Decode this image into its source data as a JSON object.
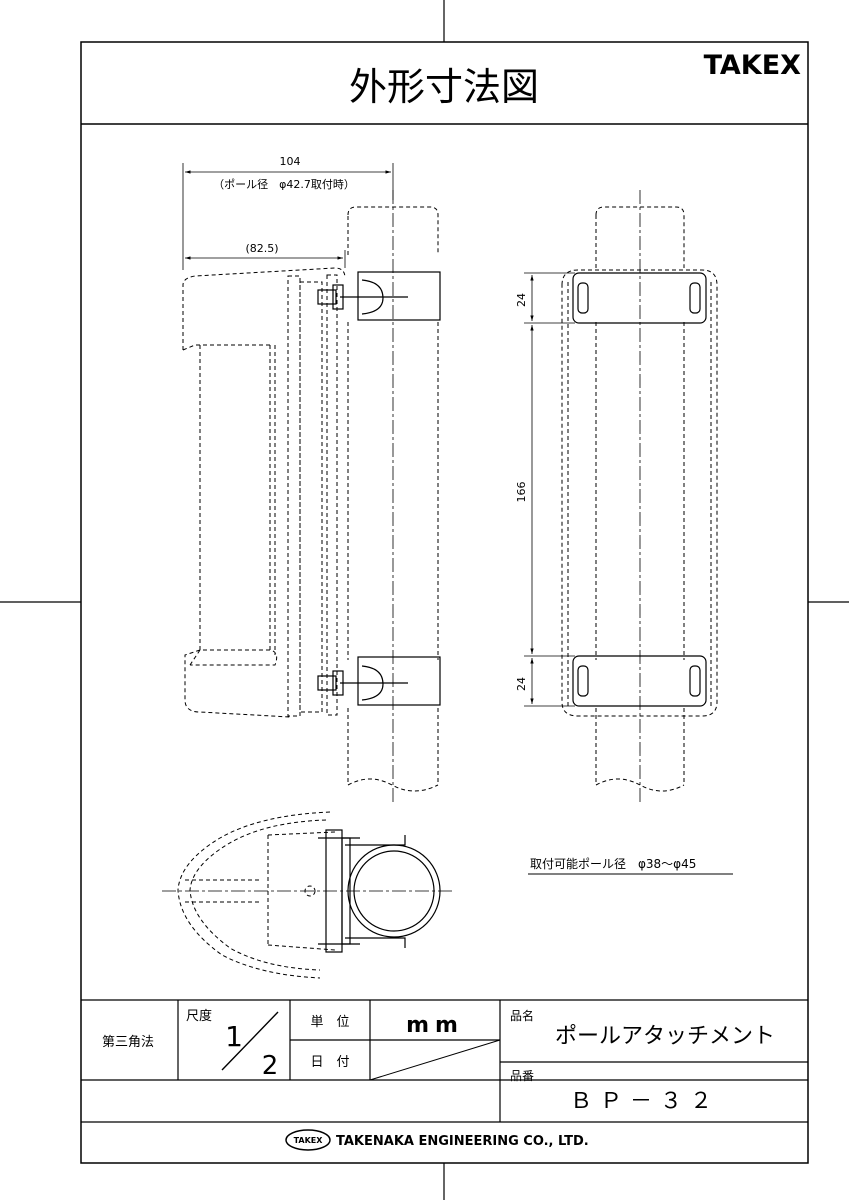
{
  "title": "外形寸法図",
  "brand": "TAKEX",
  "dimensions": {
    "width_total": "104",
    "width_note": "（ポール径　φ42.7取付時）",
    "width_body": "(82.5)",
    "band_top": "24",
    "band_spacing": "166",
    "band_bottom": "24"
  },
  "pole_range_note": "取付可能ポール径　φ38～φ45",
  "title_block": {
    "projection": "第三角法",
    "scale_label": "尺度",
    "scale_num": "1",
    "scale_den": "2",
    "unit_label": "単　位",
    "unit_value": "mm",
    "date_label": "日　付",
    "product_name_label": "品名",
    "product_name": "ポールアタッチメント",
    "product_no_label": "品番",
    "product_no": "ＢＰ－３２"
  },
  "footer": {
    "logo_text": "TAKEX",
    "company": "TAKENAKA ENGINEERING CO., LTD."
  }
}
